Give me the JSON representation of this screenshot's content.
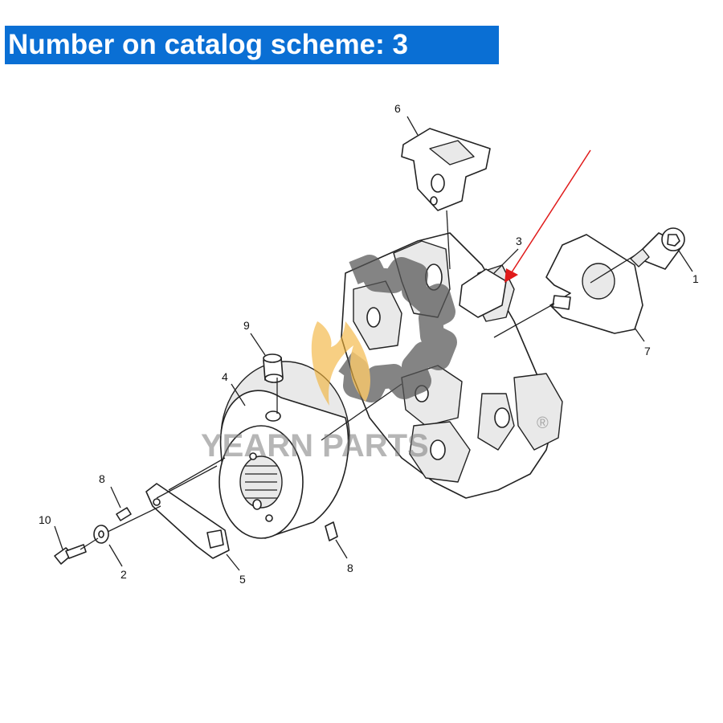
{
  "header": {
    "title": "Number on catalog scheme: 3"
  },
  "callouts": {
    "c1": "1",
    "c2": "2",
    "c3": "3",
    "c4": "4",
    "c5": "5",
    "c6": "6",
    "c7": "7",
    "c8a": "8",
    "c8b": "8",
    "c9": "9",
    "c10": "10"
  },
  "watermark": {
    "brand": "YEARN PARTS",
    "registered": "®"
  },
  "colors": {
    "banner": "#0a6fd4",
    "arrow": "#e01a1a",
    "watermark_gear": "#555555",
    "watermark_flame": "#f2b136"
  }
}
